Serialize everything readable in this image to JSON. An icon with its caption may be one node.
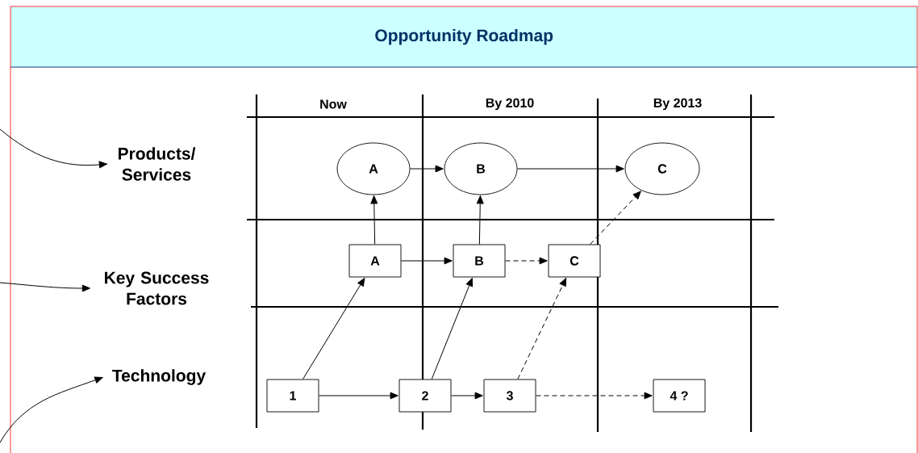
{
  "diagram": {
    "title": "Opportunity  Roadmap",
    "nodes": [
      {
        "text": [
          "Products/ Services"
        ]
      },
      {
        "text": [
          "Key Success Factors"
        ]
      },
      {
        "text": [
          "Technology"
        ]
      },
      {
        "text": [
          "A"
        ]
      },
      {
        "text": [
          "B"
        ]
      },
      {
        "text": [
          "C"
        ]
      },
      {
        "text": [
          "A"
        ]
      },
      {
        "text": [
          "B"
        ]
      },
      {
        "text": [
          "C"
        ]
      },
      {
        "text": [
          "1"
        ]
      },
      {
        "text": [
          "2"
        ]
      },
      {
        "text": [
          "3"
        ]
      },
      {
        "text": [
          "4 ?"
        ]
      }
    ],
    "edges": [
      {
        "from": null,
        "to": 0,
        "arrow": "to"
      },
      {
        "from": null,
        "to": 1,
        "arrow": "to"
      },
      {
        "from": null,
        "to": 2,
        "arrow": "to"
      },
      {
        "from": 3,
        "to": 4,
        "arrow": "to"
      },
      {
        "from": 4,
        "to": 5,
        "arrow": "to"
      },
      {
        "from": 6,
        "to": 3,
        "arrow": "to"
      },
      {
        "from": 7,
        "to": 4,
        "arrow": "to"
      },
      {
        "from": 6,
        "to": 7,
        "arrow": "to"
      },
      {
        "from": 7,
        "to": 8,
        "arrow": "to",
        "style": "dashed"
      },
      {
        "from": 8,
        "to": 5,
        "arrow": "to",
        "style": "dashed"
      },
      {
        "from": 9,
        "to": 10,
        "arrow": "to"
      },
      {
        "from": 10,
        "to": 11,
        "arrow": "to"
      },
      {
        "from": 11,
        "to": 12,
        "arrow": "to",
        "style": "dashed"
      },
      {
        "from": 9,
        "to": 6,
        "arrow": "to"
      },
      {
        "from": 10,
        "to": 7,
        "arrow": "to"
      },
      {
        "from": 11,
        "to": 8,
        "arrow": "to",
        "style": "dashed"
      }
    ],
    "labels": [
      "Now",
      "By 2010",
      "By 2013"
    ]
  }
}
